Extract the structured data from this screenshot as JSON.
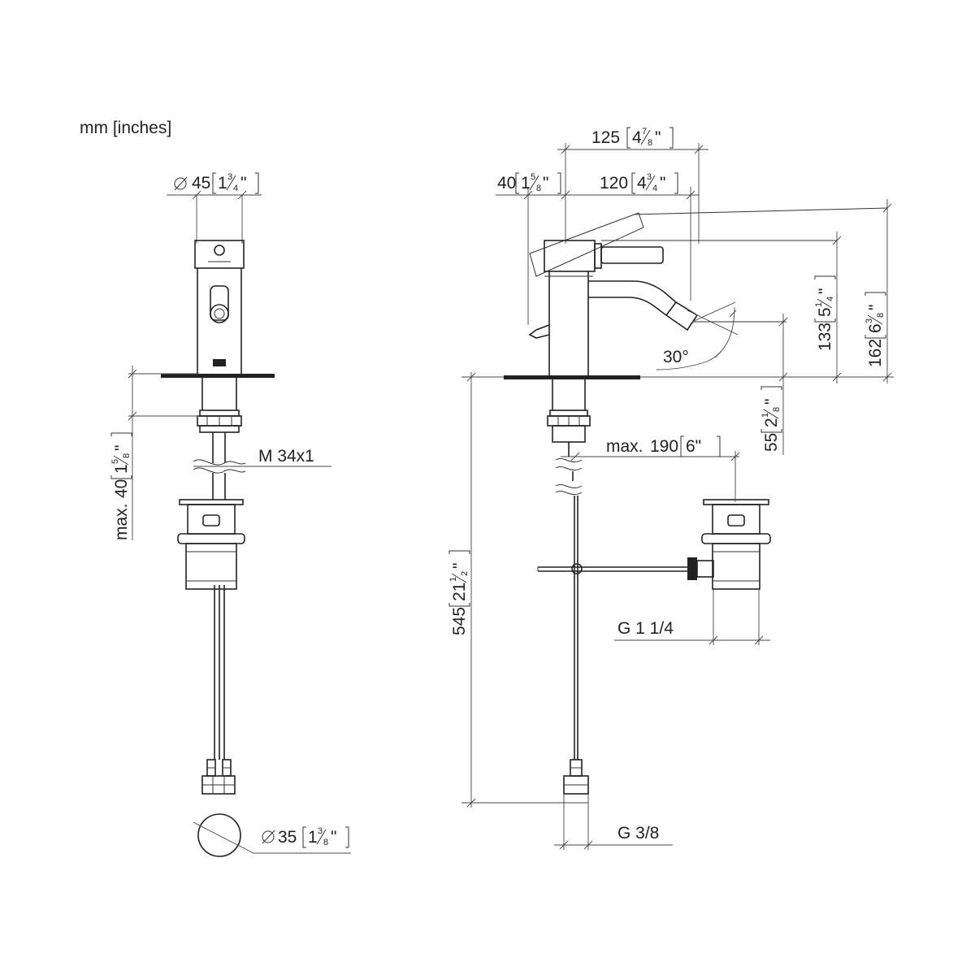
{
  "units_label": "mm [inches]",
  "front_view": {
    "dims": {
      "diameter_top": {
        "mm": "45",
        "in_whole": "1",
        "in_num": "3",
        "in_den": "4",
        "quote": "\""
      },
      "max_height": {
        "prefix": "max. ",
        "mm": "40",
        "in_whole": "1",
        "in_num": "5",
        "in_den": "8",
        "quote": "\""
      },
      "thread": "M 34x1",
      "diameter_bottom": {
        "mm": "35",
        "in_whole": "1",
        "in_num": "3",
        "in_den": "8",
        "quote": "\""
      }
    }
  },
  "side_view": {
    "dims": {
      "width_125": {
        "mm": "125",
        "in_whole": "4",
        "in_num": "7",
        "in_den": "8",
        "quote": "\""
      },
      "width_40": {
        "mm": "40",
        "in_whole": "1",
        "in_num": "5",
        "in_den": "8",
        "quote": "\""
      },
      "width_120": {
        "mm": "120",
        "in_whole": "4",
        "in_num": "3",
        "in_den": "4",
        "quote": "\""
      },
      "height_162": {
        "mm": "162",
        "in_whole": "6",
        "in_num": "3",
        "in_den": "8",
        "quote": "\""
      },
      "height_133": {
        "mm": "133",
        "in_whole": "5",
        "in_num": "1",
        "in_den": "4",
        "quote": "\""
      },
      "height_55": {
        "mm": "55",
        "in_whole": "2",
        "in_num": "1",
        "in_den": "8",
        "quote": "\""
      },
      "angle": "30°",
      "max_190": {
        "prefix": "max. ",
        "mm": "190",
        "inch": "6\""
      },
      "height_545": {
        "mm": "545",
        "in_whole": "21",
        "in_num": "1",
        "in_den": "2",
        "quote": "\""
      },
      "waste_thread": "G 1 1/4",
      "supply_thread": "G 3/8"
    }
  }
}
